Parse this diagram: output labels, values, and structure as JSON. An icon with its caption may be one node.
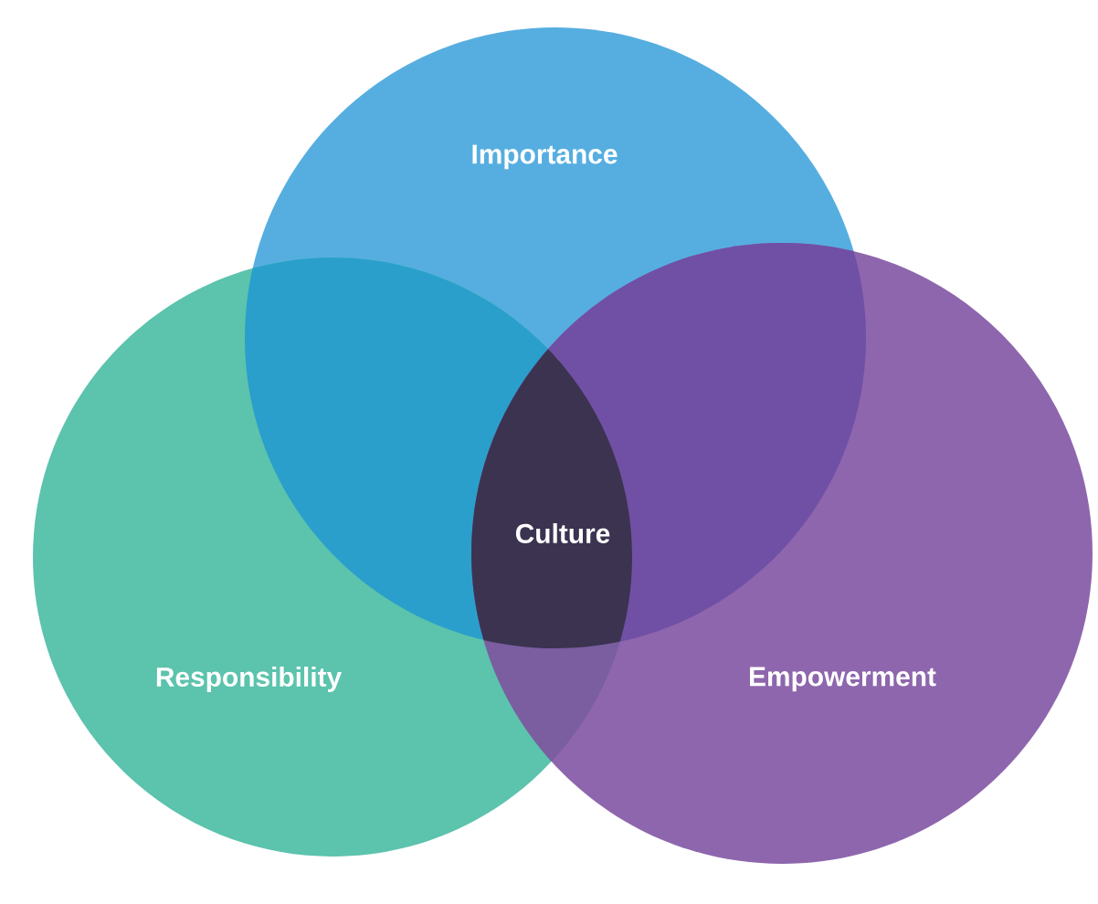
{
  "diagram": {
    "nodes": [
      {
        "text": [
          "Importance"
        ]
      },
      {
        "text": [
          "Responsibility"
        ]
      },
      {
        "text": [
          "Empowerment"
        ]
      },
      {
        "text": [
          "Culture"
        ]
      }
    ]
  }
}
